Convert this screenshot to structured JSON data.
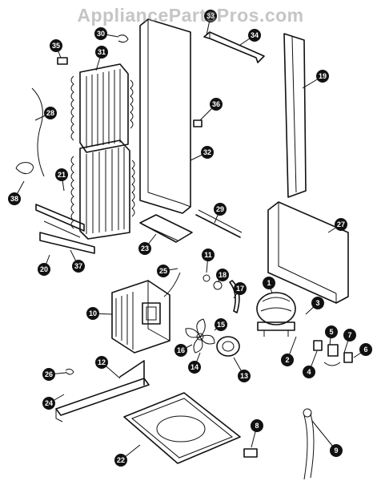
{
  "watermark": "AppliancePartsPros.com",
  "callouts": [
    "1",
    "2",
    "3",
    "4",
    "5",
    "6",
    "7",
    "8",
    "9",
    "10",
    "11",
    "12",
    "13",
    "14",
    "15",
    "16",
    "17",
    "18",
    "19",
    "20",
    "21",
    "22",
    "23",
    "24",
    "25",
    "26",
    "27",
    "28",
    "29",
    "30",
    "31",
    "32",
    "33",
    "34",
    "35",
    "36",
    "37",
    "38"
  ],
  "colors": {
    "ink": "#111111",
    "background": "#ffffff",
    "watermark": "#969696"
  }
}
